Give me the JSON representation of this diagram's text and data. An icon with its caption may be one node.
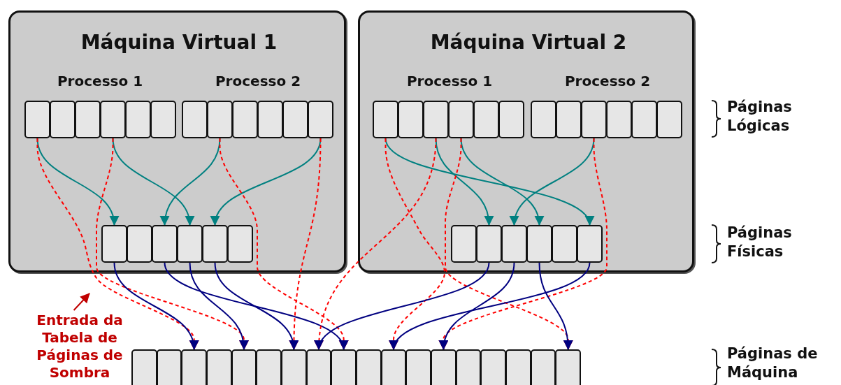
{
  "diagram": {
    "nodes": [
      {
        "text": [
          "Máquina Virtual 1",
          "Processo 1",
          "Processo 2"
        ]
      },
      {
        "text": [],
        "shape": "box",
        "in": 0
      },
      {
        "text": [],
        "shape": "box",
        "in": 0
      },
      {
        "text": [],
        "shape": "box",
        "in": 0
      },
      {
        "text": [],
        "shape": "box",
        "in": 0
      },
      {
        "text": [],
        "shape": "box",
        "in": 0
      },
      {
        "text": [],
        "shape": "box",
        "in": 0
      },
      {
        "text": [],
        "shape": "box",
        "in": 0
      },
      {
        "text": [],
        "shape": "box",
        "in": 0
      },
      {
        "text": [],
        "shape": "box",
        "in": 0
      },
      {
        "text": [],
        "shape": "box",
        "in": 0
      },
      {
        "text": [],
        "shape": "box",
        "in": 0
      },
      {
        "text": [],
        "shape": "box",
        "in": 0
      },
      {
        "text": [],
        "shape": "box",
        "in": 0
      },
      {
        "text": [],
        "shape": "box",
        "in": 0
      },
      {
        "text": [],
        "shape": "box",
        "in": 0
      },
      {
        "text": [],
        "shape": "box",
        "in": 0
      },
      {
        "text": [],
        "shape": "box",
        "in": 0
      },
      {
        "text": [],
        "shape": "box",
        "in": 0
      },
      {
        "text": [
          "Máquina Virtual 2",
          "Processo 1",
          "Processo 2"
        ]
      },
      {
        "text": [],
        "shape": "box",
        "in": 19
      },
      {
        "text": [],
        "shape": "box",
        "in": 19
      },
      {
        "text": [],
        "shape": "box",
        "in": 19
      },
      {
        "text": [],
        "shape": "box",
        "in": 19
      },
      {
        "text": [],
        "shape": "box",
        "in": 19
      },
      {
        "text": [],
        "shape": "box",
        "in": 19
      },
      {
        "text": [],
        "shape": "box",
        "in": 19
      },
      {
        "text": [],
        "shape": "box",
        "in": 19
      },
      {
        "text": [],
        "shape": "box",
        "in": 19
      },
      {
        "text": [],
        "shape": "box",
        "in": 19
      },
      {
        "text": [],
        "shape": "box",
        "in": 19
      },
      {
        "text": [],
        "shape": "box",
        "in": 19
      },
      {
        "text": [],
        "shape": "box",
        "in": 19
      },
      {
        "text": [],
        "shape": "box",
        "in": 19
      },
      {
        "text": [],
        "shape": "box",
        "in": 19
      },
      {
        "text": [],
        "shape": "box",
        "in": 19
      },
      {
        "text": [],
        "shape": "box",
        "in": 19
      },
      {
        "text": [],
        "shape": "box",
        "in": 19
      },
      {
        "text": [],
        "shape": "box"
      },
      {
        "text": [],
        "shape": "box"
      },
      {
        "text": [],
        "shape": "box"
      },
      {
        "text": [],
        "shape": "box"
      },
      {
        "text": [],
        "shape": "box"
      },
      {
        "text": [],
        "shape": "box"
      },
      {
        "text": [],
        "shape": "box"
      },
      {
        "text": [],
        "shape": "box"
      },
      {
        "text": [],
        "shape": "box"
      },
      {
        "text": [],
        "shape": "box"
      },
      {
        "text": [],
        "shape": "box"
      },
      {
        "text": [],
        "shape": "box"
      },
      {
        "text": [],
        "shape": "box"
      },
      {
        "text": [],
        "shape": "box"
      },
      {
        "text": [],
        "shape": "box"
      },
      {
        "text": [],
        "shape": "box"
      },
      {
        "text": [],
        "shape": "box"
      },
      {
        "text": [],
        "shape": "box"
      },
      {
        "text": [
          "Entrada da Tabela de Páginas de Sombra"
        ]
      }
    ],
    "edges": [
      {
        "from": 1,
        "to": 13,
        "arrow": "to",
        "color": "#008080"
      },
      {
        "from": 4,
        "to": 16,
        "arrow": "to",
        "color": "#008080"
      },
      {
        "from": 8,
        "to": 15,
        "arrow": "to",
        "color": "#008080"
      },
      {
        "from": 12,
        "to": 17,
        "arrow": "to",
        "color": "#008080"
      },
      {
        "from": 1,
        "to": 40,
        "arrow": "to",
        "style": "dashed",
        "color": "#ff0000"
      },
      {
        "from": 4,
        "to": 42,
        "arrow": "to",
        "style": "dashed",
        "color": "#ff0000"
      },
      {
        "from": 8,
        "to": 46,
        "arrow": "to",
        "style": "dashed",
        "color": "#ff0000"
      },
      {
        "from": 12,
        "to": 44,
        "arrow": "to",
        "style": "dashed",
        "color": "#ff0000"
      },
      {
        "from": 13,
        "to": 40,
        "arrow": "to",
        "color": "#000080"
      },
      {
        "from": 15,
        "to": 46,
        "arrow": "to",
        "color": "#000080"
      },
      {
        "from": 16,
        "to": 42,
        "arrow": "to",
        "color": "#000080"
      },
      {
        "from": 17,
        "to": 44,
        "arrow": "to",
        "color": "#000080"
      },
      {
        "from": 20,
        "to": 37,
        "arrow": "to",
        "color": "#008080"
      },
      {
        "from": 22,
        "to": 33,
        "arrow": "to",
        "color": "#008080"
      },
      {
        "from": 23,
        "to": 35,
        "arrow": "to",
        "color": "#008080"
      },
      {
        "from": 28,
        "to": 34,
        "arrow": "to",
        "color": "#008080"
      },
      {
        "from": 20,
        "to": 48,
        "arrow": "to",
        "style": "dashed",
        "color": "#ff0000"
      },
      {
        "from": 22,
        "to": 45,
        "arrow": "to",
        "style": "dashed",
        "color": "#ff0000"
      },
      {
        "from": 23,
        "to": 55,
        "arrow": "to",
        "style": "dashed",
        "color": "#ff0000"
      },
      {
        "from": 28,
        "to": 50,
        "arrow": "to",
        "style": "dashed",
        "color": "#ff0000"
      },
      {
        "from": 33,
        "to": 45,
        "arrow": "to",
        "color": "#000080"
      },
      {
        "from": 34,
        "to": 50,
        "arrow": "to",
        "color": "#000080"
      },
      {
        "from": 35,
        "to": 55,
        "arrow": "to",
        "color": "#000080"
      },
      {
        "from": 37,
        "to": 48,
        "arrow": "to",
        "color": "#000080"
      },
      {
        "from": 56,
        "to": null,
        "arrow": "to",
        "color": "#c00000"
      }
    ],
    "labels": [
      "Páginas Lógicas",
      "Páginas Físicas",
      "Páginas de Máquina"
    ]
  }
}
